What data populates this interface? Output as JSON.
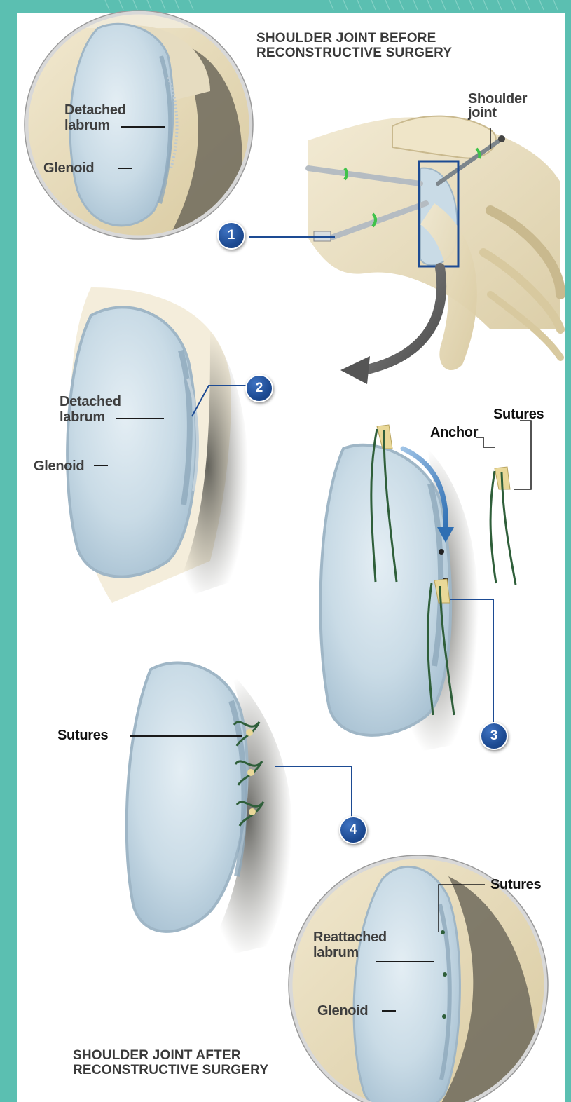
{
  "titles": {
    "before": [
      "SHOULDER JOINT BEFORE",
      "RECONSTRUCTIVE SURGERY"
    ],
    "after": [
      "SHOULDER JOINT AFTER",
      "RECONSTRUCTIVE SURGERY"
    ]
  },
  "labels": {
    "shoulder_joint": [
      "Shoulder",
      "joint"
    ],
    "detached_labrum_1": [
      "Detached",
      "labrum"
    ],
    "glenoid_1": "Glenoid",
    "detached_labrum_2": [
      "Detached",
      "labrum"
    ],
    "glenoid_2": "Glenoid",
    "anchor": "Anchor",
    "sutures_3": "Sutures",
    "sutures_4": "Sutures",
    "sutures_after": "Sutures",
    "reattached_labrum": [
      "Reattached",
      "labrum"
    ],
    "glenoid_after": "Glenoid"
  },
  "steps": [
    "1",
    "2",
    "3",
    "4"
  ],
  "colors": {
    "frame": "#5bbfb1",
    "step_badge": "#1d4b93",
    "leader_line": "#1d4b93",
    "cartilage": "#c9dbe6",
    "bone": "#e8dcbe",
    "suture": "#2f5f3a"
  }
}
